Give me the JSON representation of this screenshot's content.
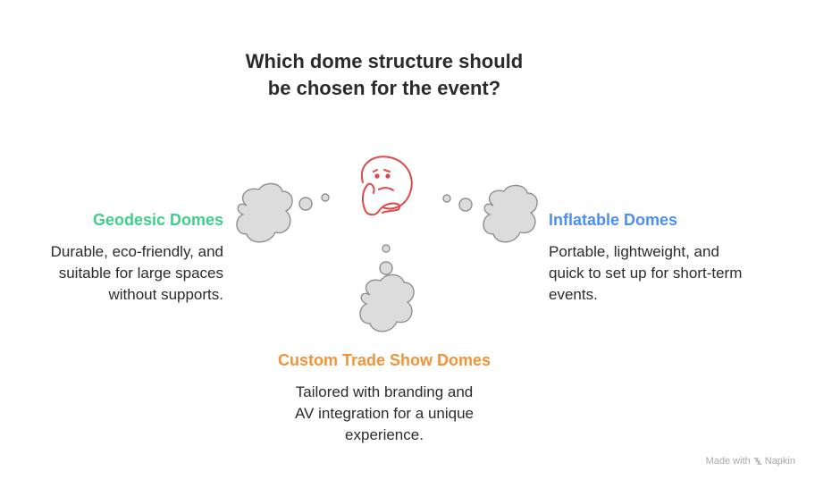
{
  "title": {
    "line1": "Which dome structure should",
    "line2": "be chosen for the event?"
  },
  "options": {
    "left": {
      "heading": "Geodesic Domes",
      "lines": [
        "Durable, eco-friendly, and",
        "suitable for large spaces",
        "without supports."
      ],
      "color": "#3fcf8a"
    },
    "right": {
      "heading": "Inflatable Domes",
      "lines": [
        "Portable, lightweight, and",
        "quick to set up for short-term",
        "events."
      ],
      "color": "#4d8ff0"
    },
    "bottom": {
      "heading": "Custom Trade Show Domes",
      "lines": [
        "Tailored with branding and",
        "AV integration for a unique",
        "experience."
      ],
      "color": "#f0943a"
    }
  },
  "icons": {
    "center": "thinking-face-icon",
    "thought_clouds": [
      "thought-cloud-left-icon",
      "thought-cloud-right-icon",
      "thought-cloud-bottom-icon"
    ],
    "center_color": "#e04848",
    "cloud_color": "#dcdcdc"
  },
  "watermark": {
    "prefix": "Made with",
    "brand": "Napkin",
    "icon": "napkin-logo-icon"
  }
}
